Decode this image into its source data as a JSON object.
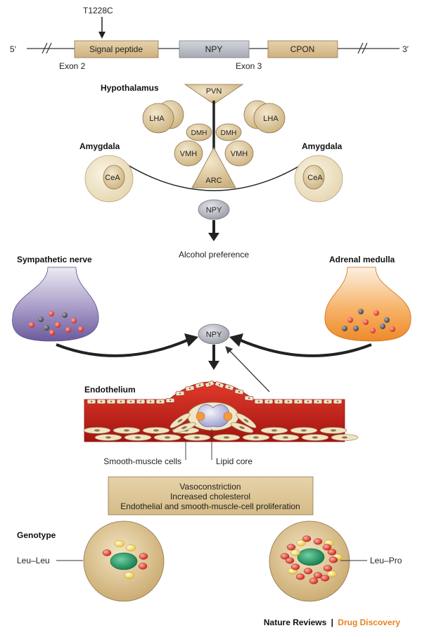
{
  "gene": {
    "five_prime": "5′",
    "three_prime": "3′",
    "mutation": "T1228C",
    "segments": [
      "Signal peptide",
      "NPY",
      "CPON"
    ],
    "exon_left": "Exon 2",
    "exon_right": "Exon 3"
  },
  "brain": {
    "hypothalamus": "Hypothalamus",
    "pvn": "PVN",
    "lha_left": "LHA",
    "lha_right": "LHA",
    "dmh_left": "DMH",
    "dmh_right": "DMH",
    "vmh_left": "VMH",
    "vmh_right": "VMH",
    "arc": "ARC",
    "amygdala_left": "Amygdala",
    "amygdala_right": "Amygdala",
    "cea_left": "CeA",
    "cea_right": "CeA",
    "npy": "NPY",
    "alcohol": "Alcohol preference"
  },
  "periphery": {
    "sympathetic": "Sympathetic nerve",
    "adrenal": "Adrenal medulla",
    "npy": "NPY"
  },
  "vessel": {
    "endothelium": "Endothelium",
    "smooth_muscle": "Smooth-muscle cells",
    "lipid_core": "Lipid core"
  },
  "effects": [
    "Vasoconstriction",
    "Increased cholesterol",
    "Endothelial and smooth-muscle-cell proliferation"
  ],
  "genotype": {
    "title": "Genotype",
    "leu_leu": "Leu–Leu",
    "leu_pro": "Leu–Pro"
  },
  "credit": {
    "journal": "Nature Reviews",
    "separator": "|",
    "section": "Drug Discovery"
  },
  "colors": {
    "tan": "#d9c39a",
    "grey_box": "#b9bcc4",
    "purple": "#8d7fb8",
    "orange": "#f4a24a",
    "vessel_red": "#c8201c",
    "credit_orange": "#e8821e"
  }
}
